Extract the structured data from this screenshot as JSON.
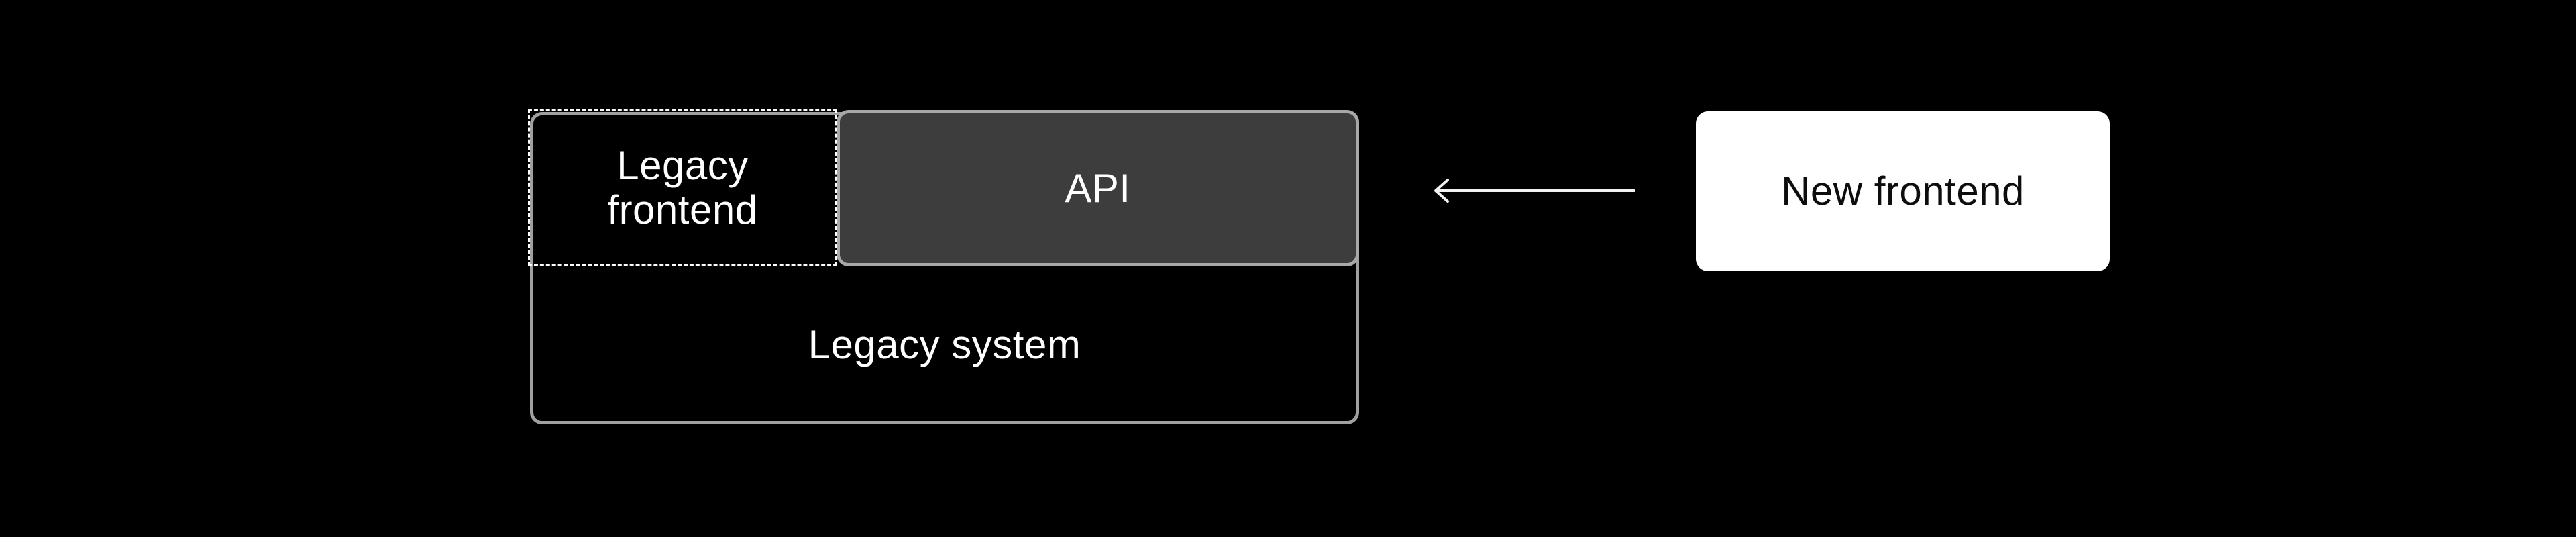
{
  "diagram": {
    "legacy_system": {
      "label": "Legacy system"
    },
    "legacy_frontend": {
      "label": "Legacy frontend"
    },
    "api": {
      "label": "API"
    },
    "new_frontend": {
      "label": "New frontend"
    },
    "arrow": {
      "direction": "left",
      "from": "new_frontend",
      "to": "api"
    }
  },
  "colors": {
    "canvas-bg": "#000000",
    "outline-gray": "#a0a0a0",
    "outline-gray-light": "#a8a8a8",
    "dashed-border": "#ffffff",
    "api-fill": "#3d3d3d",
    "card-white": "#ffffff",
    "text-light": "#ffffff",
    "text-dark": "#0d0d0d",
    "arrow-color": "#f2f2f2"
  }
}
